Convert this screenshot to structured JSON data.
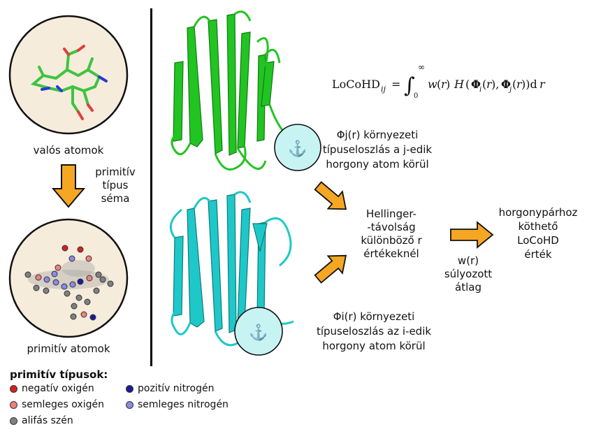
{
  "left": {
    "real_atoms_label": "valós atomok",
    "arrow_label": [
      "primitív",
      "típus",
      "séma"
    ],
    "primitive_atoms_label": "primitív atomok"
  },
  "legend": {
    "title": "primitív típusok:",
    "items": [
      {
        "label": "negatív oxigén",
        "color": "#d62020"
      },
      {
        "label": "pozitív nitrogén",
        "color": "#1a1a9e"
      },
      {
        "label": "semleges oxigén",
        "color": "#f08080"
      },
      {
        "label": "semleges nitrogén",
        "color": "#8a8ae6"
      },
      {
        "label": "alifás szén",
        "color": "#808080"
      }
    ]
  },
  "colors": {
    "green_protein": "#22c422",
    "cyan_protein": "#1fc8c8",
    "arrow": "#f5a623",
    "circle_bg": "#f5ecdc",
    "anchor_bg": "#c8f3f3"
  },
  "right": {
    "formula_lhs": "LoCoHD",
    "formula_sub": "ij",
    "formula_rhs": "= ∫₀^∞ w(r) H (Φᵢ(r), Φⱼ(r))dr",
    "phi_j_line1": "Φj(r) környezeti",
    "phi_j_line2": "típuseloszlás a j-edik",
    "phi_j_line3": "horgony atom körül",
    "phi_i_line1": "Φi(r) környezeti",
    "phi_i_line2": "típuseloszlás az i-edik",
    "phi_i_line3": "horgony atom körül",
    "hellinger": [
      "Hellinger-",
      "-távolság",
      "különböző r",
      "értékeknél"
    ],
    "weighted": [
      "w(r)",
      "súlyozott",
      "átlag"
    ],
    "result": [
      "horgonypárhoz",
      "köthető",
      "LoCoHD",
      "érték"
    ],
    "anchor_symbol": "⚓"
  }
}
